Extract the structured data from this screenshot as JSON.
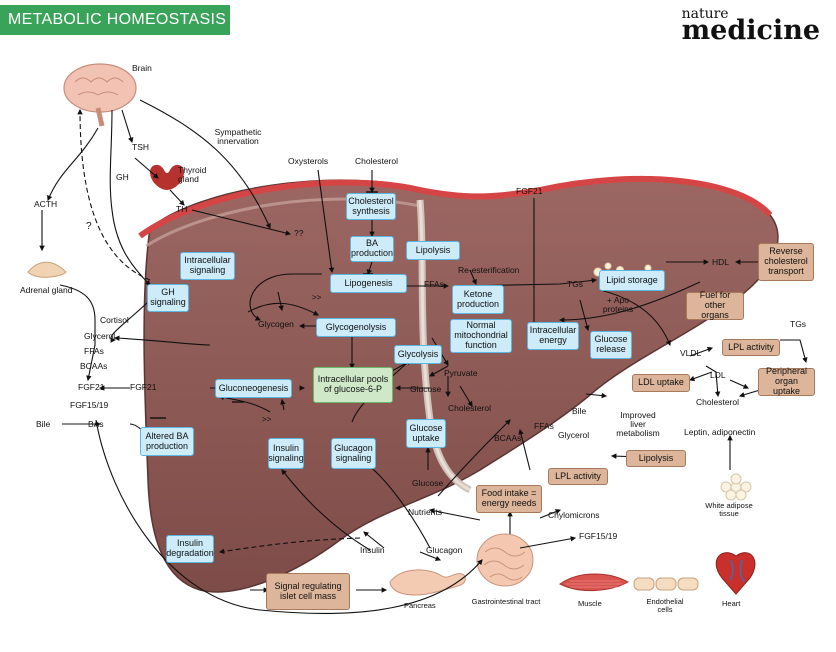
{
  "title": "METABOLIC HOMEOSTASIS",
  "logo": {
    "line1": "nature",
    "line2": "medicine"
  },
  "boxes": {
    "cholesterol_synthesis": "Cholesterol synthesis",
    "ba_production": "BA production",
    "intracellular_signaling": "Intracellular signaling",
    "gh_signaling": "GH signaling",
    "lipogenesis": "Lipogenesis",
    "glycogenolysis": "Glycogenolysis",
    "lipolysis_liver": "Lipolysis",
    "ketone_production": "Ketone production",
    "lipid_storage": "Lipid storage",
    "normal_mitochondrial": "Normal mitochondrial function",
    "intracellular_energy": "Intracellular energy",
    "glucose_release": "Glucose release",
    "glycolysis": "Glycolysis",
    "gluconeogenesis": "Gluconeogenesis",
    "intracellular_pools": "Intracellular pools of glucose-6-P",
    "altered_ba": "Altered BA production",
    "insulin_signaling": "Insulin signaling",
    "glucagon_signaling": "Glucagon signaling",
    "glucose_uptake": "Glucose uptake",
    "insulin_degradation": "Insulin degradation",
    "reverse_cholesterol": "Reverse cholesterol transport",
    "fuel_other_organs": "Fuel for other organs",
    "lpl_activity_right": "LPL activity",
    "ldl_uptake": "LDL uptake",
    "peripheral_uptake": "Peripheral organ uptake",
    "lipolysis_adipose": "Lipolysis",
    "lpl_activity_bottom": "LPL activity",
    "food_intake": "Food intake = energy needs",
    "signal_islet": "Signal regulating islet cell mass"
  },
  "labels": {
    "brain": "Brain",
    "tsh": "TSH",
    "thyroid_gland": "Thyroid gland",
    "th": "TH",
    "gh": "GH",
    "acth": "ACTH",
    "adrenal_gland": "Adrenal gland",
    "cortisol": "Cortisol",
    "glycerol_left": "Glycerol",
    "ffas_left": "FFAs",
    "bcaas_left": "BCAAs",
    "fgf21_left": "FGF21",
    "fgf21_arrow": "FGF21",
    "fgf15_left": "FGF15/19",
    "bile_left": "Bile",
    "bas": "BAs",
    "question1": "?",
    "question2": "??",
    "sympathetic": "Sympathetic innervation",
    "oxysterols": "Oxysterols",
    "cholesterol_top": "Cholesterol",
    "fgf21_top": "FGF21",
    "re_esterification": "Re-esterification",
    "ffas_mid": "FFAs",
    "tgs_mid": "TGs",
    "apo_proteins": "+ Apo proteins",
    "glycogen": "Glycogen",
    "pyruvate": "Pyruvate",
    "glucose_mid": "Glucose",
    "cholesterol_mid": "Cholesterol",
    "hdl": "HDL",
    "tgs_right": "TGs",
    "vldl": "VLDL",
    "ldl": "LDL",
    "cholesterol_right": "Cholesterol",
    "bile_right": "Bile",
    "improved_liver": "Improved liver metabolism",
    "leptin": "Leptin, adiponectin",
    "bcaas_bottom": "BCAAs",
    "ffas_bottom": "FFAs",
    "glycerol_bottom": "Glycerol",
    "glucose_bottom": "Glucose",
    "nutrients": "Nutrients",
    "chylomicrons": "Chylomicrons",
    "white_adipose": "White adipose tissue",
    "insulin": "Insulin",
    "glucagon": "Glucagon",
    "pancreas": "Pancreas",
    "fgf15_bottom": "FGF15/19",
    "gi_tract": "Gastrointestinal tract",
    "muscle": "Muscle",
    "endothelial": "Endothelial cells",
    "heart": "Heart",
    "gt1": ">>",
    "gt2": ">>"
  },
  "colors": {
    "banner": "#3aa35a",
    "liver": "#8f5a55",
    "liver_dark": "#6a3f3c",
    "blue_box": "#cdebf8",
    "blue_border": "#5ab6e3",
    "tan_box": "#dcb59a",
    "green_box": "#cfe9c8"
  }
}
